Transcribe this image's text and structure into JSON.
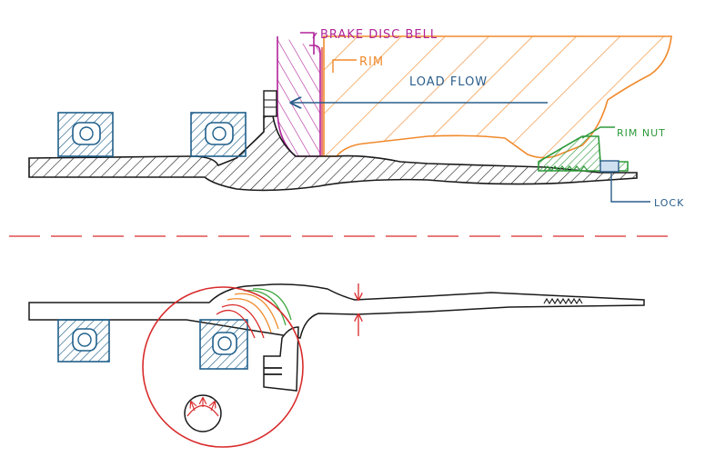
{
  "title": "Wheel hub shaft sketch",
  "labels": {
    "brake_disc_bell": "BRAKE DISC BELL",
    "rim": "RIM",
    "load_flow": "LOAD FLOW",
    "rim_nut": "RIM NUT",
    "lock": "LOCK"
  },
  "colors": {
    "ink": "#1a1a1a",
    "bearing": "#1f5f8b",
    "brake_bell": "#b0239a",
    "rim": "#f08a2c",
    "load_flow": "#2a5d8a",
    "rim_nut": "#2e9a3a",
    "lock": "#2a5d8a",
    "centerline": "#d92b2b",
    "detail_circle": "#d92b2b",
    "stress_red": "#d92b2b",
    "stress_orange": "#f08a2c",
    "stress_green": "#3aa53a"
  }
}
